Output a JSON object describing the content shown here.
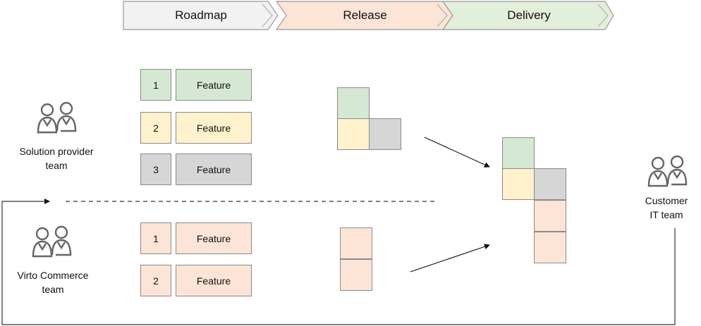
{
  "stages": [
    {
      "label": "Roadmap",
      "fill": "#f2f2f2"
    },
    {
      "label": "Release",
      "fill": "#fce4d6"
    },
    {
      "label": "Delivery",
      "fill": "#e2efda"
    }
  ],
  "teams": {
    "solution_provider": {
      "line1": "Solution provider",
      "line2": "team"
    },
    "virto": {
      "line1": "Virto Commerce",
      "line2": "team"
    },
    "customer": {
      "line1": "Customer",
      "line2": "IT team"
    }
  },
  "roadmap": {
    "solution_provider_features": [
      {
        "number": "1",
        "label": "Feature",
        "color": "#d5e8d4"
      },
      {
        "number": "2",
        "label": "Feature",
        "color": "#fff2cc"
      },
      {
        "number": "3",
        "label": "Feature",
        "color": "#d6d6d6"
      }
    ],
    "virto_features": [
      {
        "number": "1",
        "label": "Feature",
        "color": "#fce4d6"
      },
      {
        "number": "2",
        "label": "Feature",
        "color": "#fce4d6"
      }
    ]
  },
  "colors": {
    "green": "#d5e8d4",
    "yellow": "#fff2cc",
    "grey": "#d6d6d6",
    "peach": "#fce4d6",
    "stroke": "#8a8a8a",
    "icon_stroke": "#666666"
  },
  "icons": [
    "team-icon",
    "team-icon",
    "team-icon"
  ]
}
